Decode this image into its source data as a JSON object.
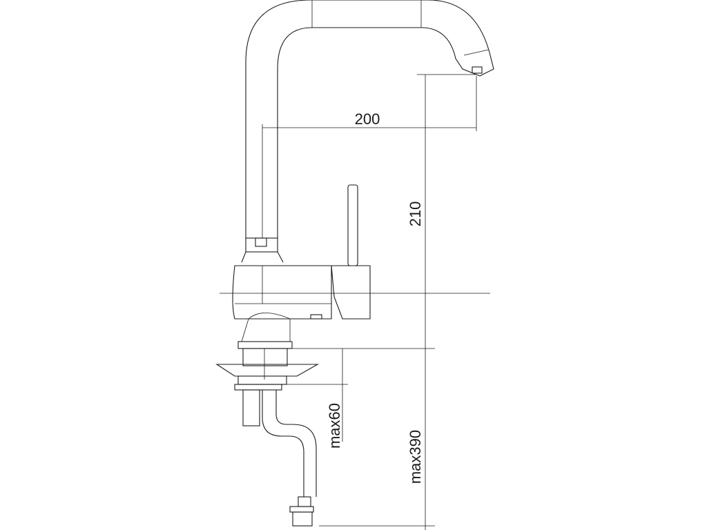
{
  "dimensions": {
    "reach": "200",
    "spout_height": "210",
    "max_thickness": "max60",
    "max_hose": "max390"
  },
  "stroke_color": "#1a1a1a",
  "background_color": "#ffffff"
}
